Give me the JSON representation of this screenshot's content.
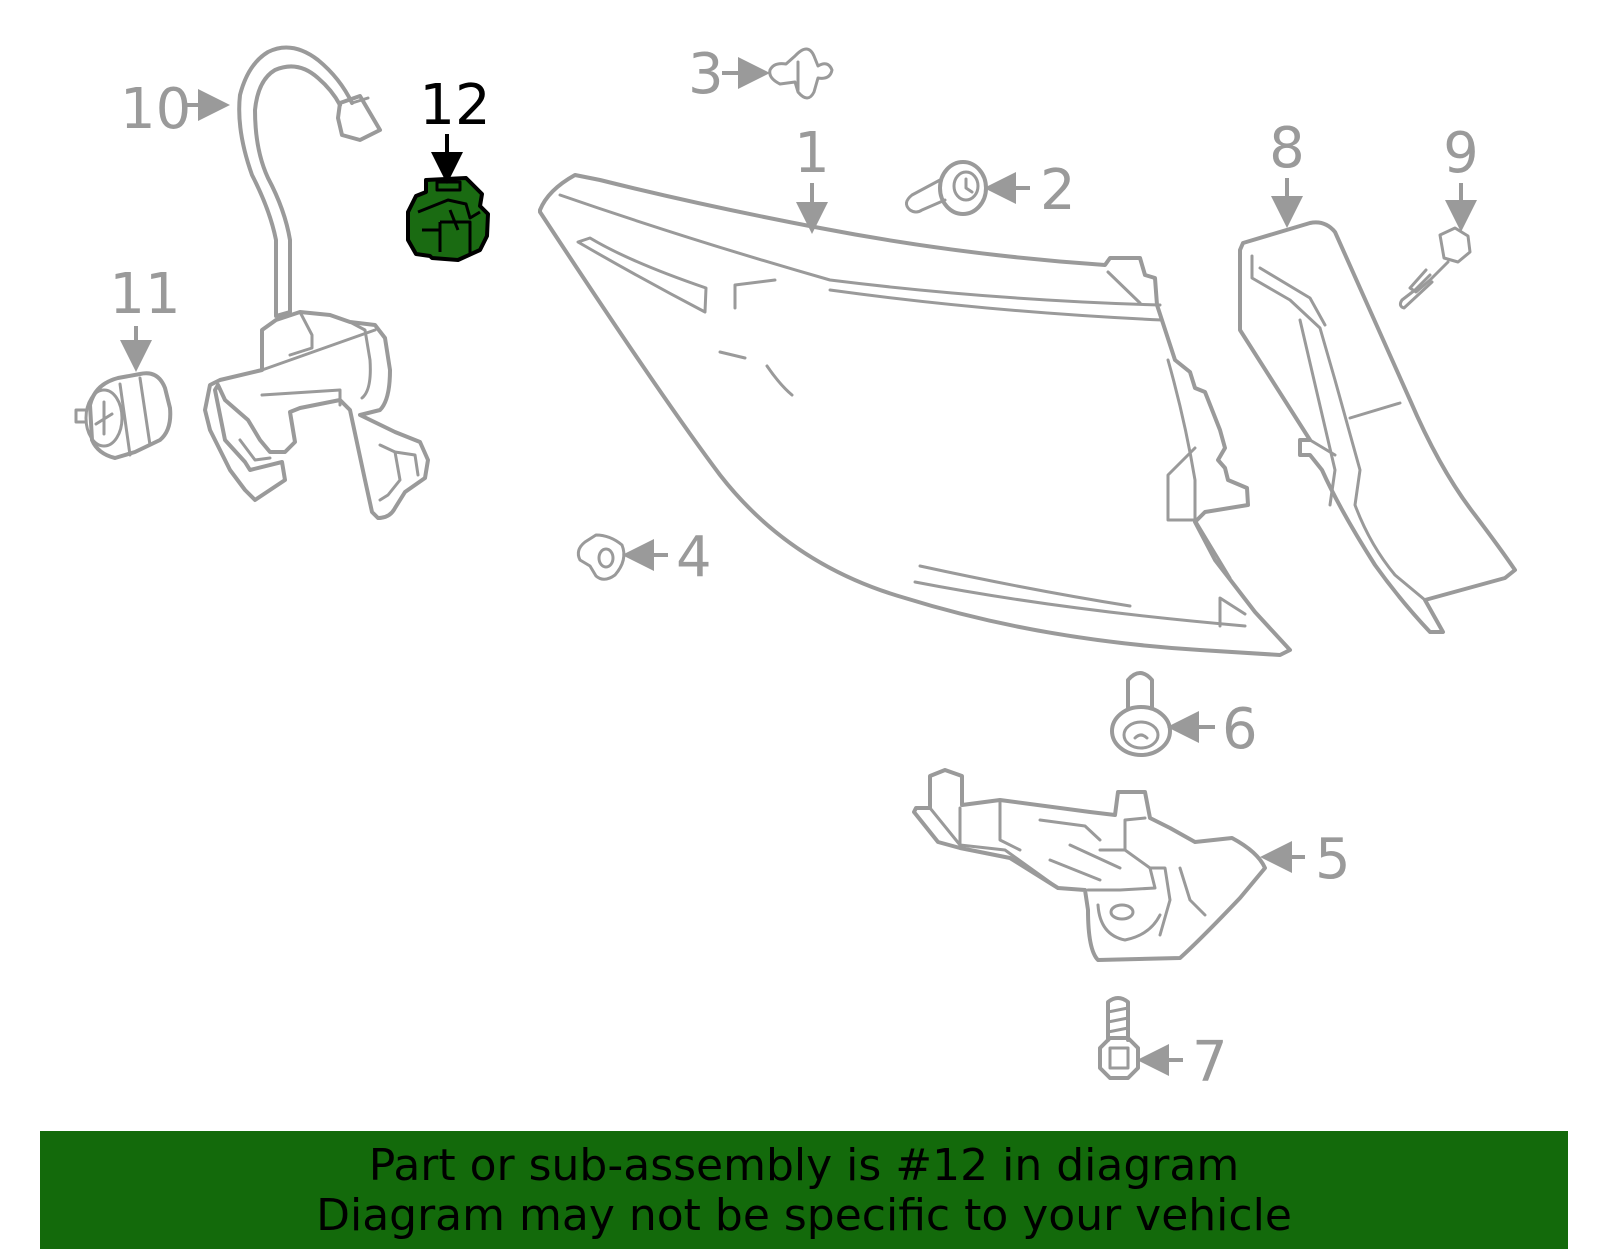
{
  "diagram": {
    "highlighted_part": "12",
    "highlight_color": "#1a6b12",
    "callouts": {
      "c1": "1",
      "c2": "2",
      "c3": "3",
      "c4": "4",
      "c5": "5",
      "c6": "6",
      "c7": "7",
      "c8": "8",
      "c9": "9",
      "c10": "10",
      "c11": "11",
      "c12": "12"
    }
  },
  "banner": {
    "line1": "Part or sub-assembly is #12 in diagram",
    "line2": "Diagram may not be specific to your vehicle",
    "background": "#136a0b"
  }
}
